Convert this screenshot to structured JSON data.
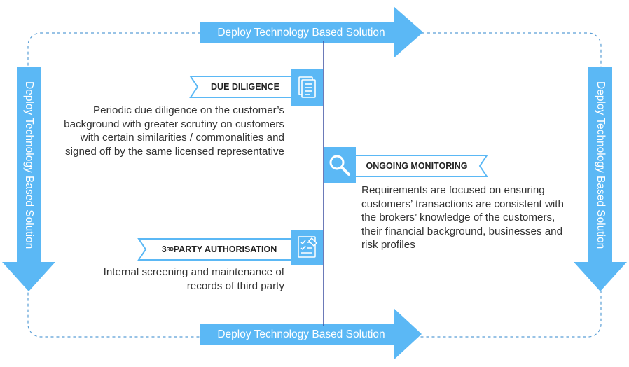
{
  "arrows": {
    "top": "Deploy Technology Based Solution",
    "bottom": "Deploy Technology Based Solution",
    "left": "Deploy Technology Based Solution",
    "right": "Deploy Technology Based Solution"
  },
  "sections": {
    "due_diligence": {
      "title": "DUE DILIGENCE",
      "icon": "document-icon",
      "description": "Periodic due diligence on the customer’s background with greater scrutiny on customers with certain similarities / commonalities and signed off by the same licensed representative"
    },
    "ongoing_monitoring": {
      "title": "ONGOING MONITORING",
      "icon": "magnifier-icon",
      "description": "Requirements are focused on ensuring customers’ transactions are consistent with the brokers’ knowledge of the customers, their financial background, businesses and risk profiles"
    },
    "third_party": {
      "title_prefix": "3",
      "title_sup": "RD",
      "title_rest": " PARTY AUTHORISATION",
      "icon": "checklist-icon",
      "description": "Internal screening and maintenance of records of third party"
    }
  },
  "colors": {
    "arrow": "#5bb8f5",
    "line": "#3b4fa0",
    "dashed": "#5b9fd6",
    "tag_border": "#5bb8f5"
  }
}
